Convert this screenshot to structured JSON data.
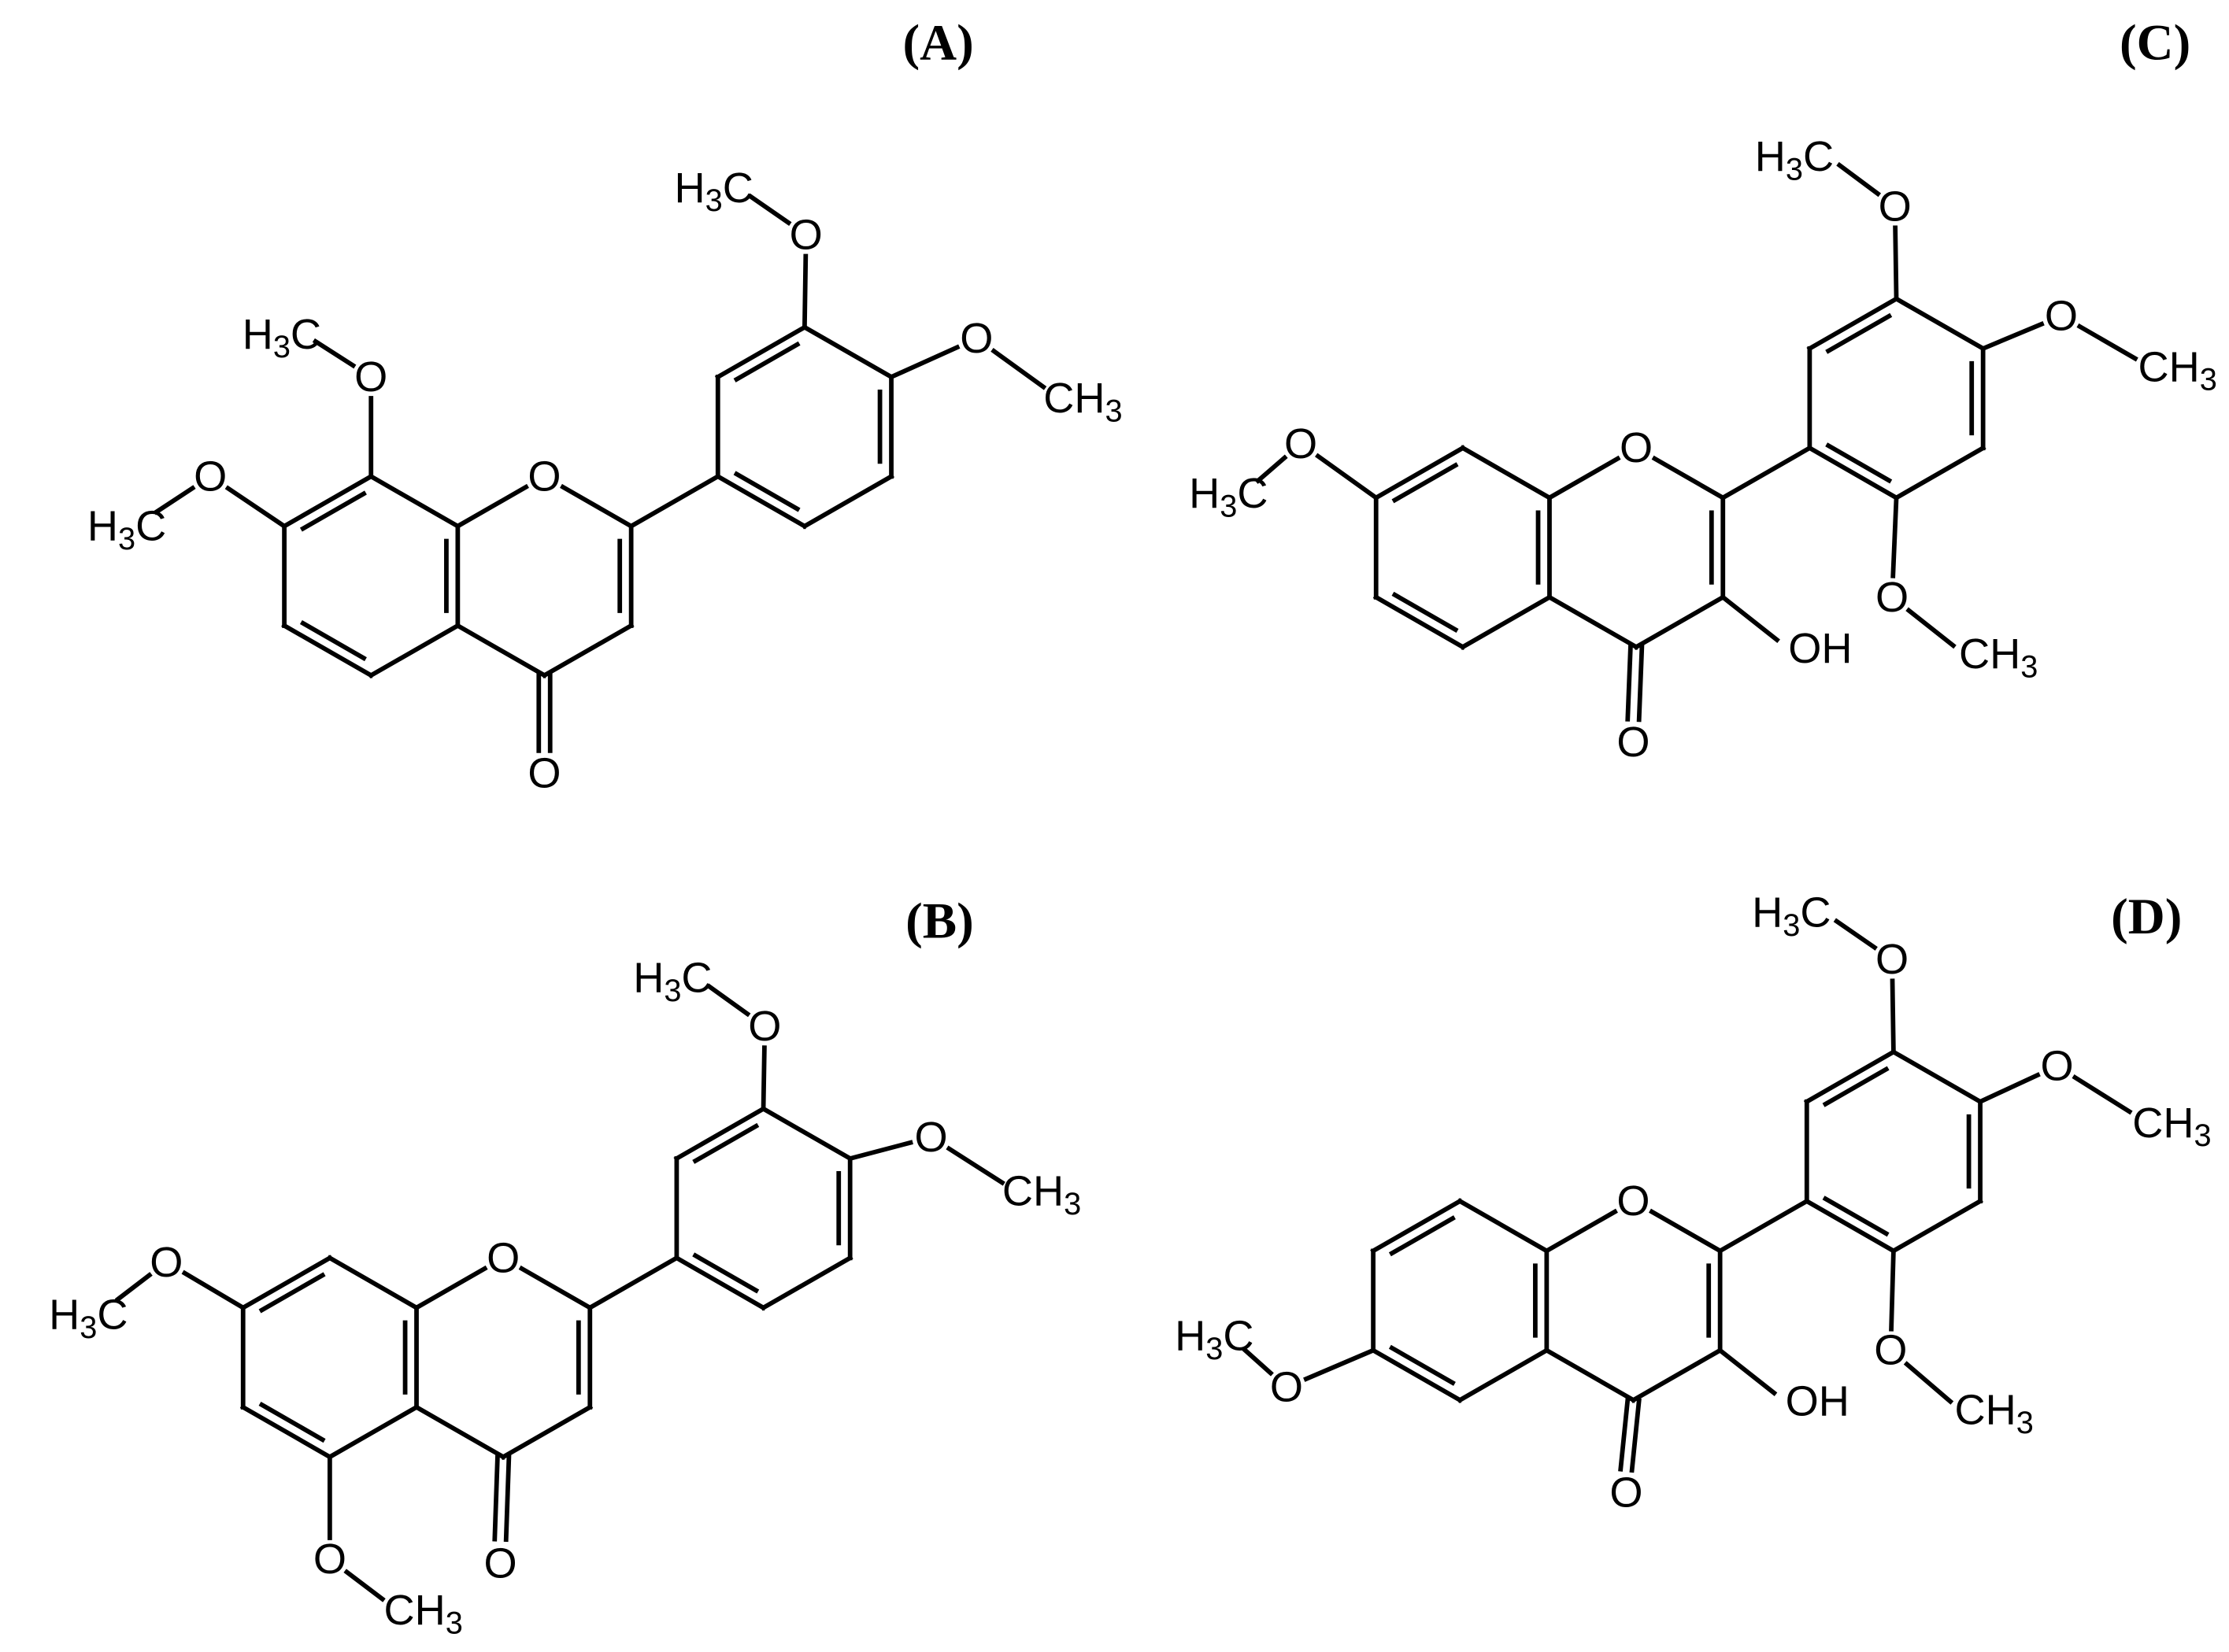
{
  "figure": {
    "panels": {
      "A": {
        "label": "(A)",
        "atoms": [
          "H3C",
          "O",
          "H3C",
          "O",
          "O",
          "O",
          "H3C",
          "O",
          "CH3"
        ]
      },
      "B": {
        "label": "(B)",
        "atoms": [
          "H3C",
          "O",
          "O",
          "CH3",
          "O",
          "O",
          "H3C",
          "O",
          "CH3"
        ]
      },
      "C": {
        "label": "(C)",
        "atoms": [
          "H3C",
          "O",
          "O",
          "O",
          "OH",
          "O",
          "H3C",
          "O",
          "CH3",
          "O",
          "CH3"
        ]
      },
      "D": {
        "label": "(D)",
        "atoms": [
          "H3C",
          "O",
          "O",
          "O",
          "OH",
          "O",
          "H3C",
          "O",
          "CH3",
          "O",
          "CH3"
        ]
      }
    }
  }
}
